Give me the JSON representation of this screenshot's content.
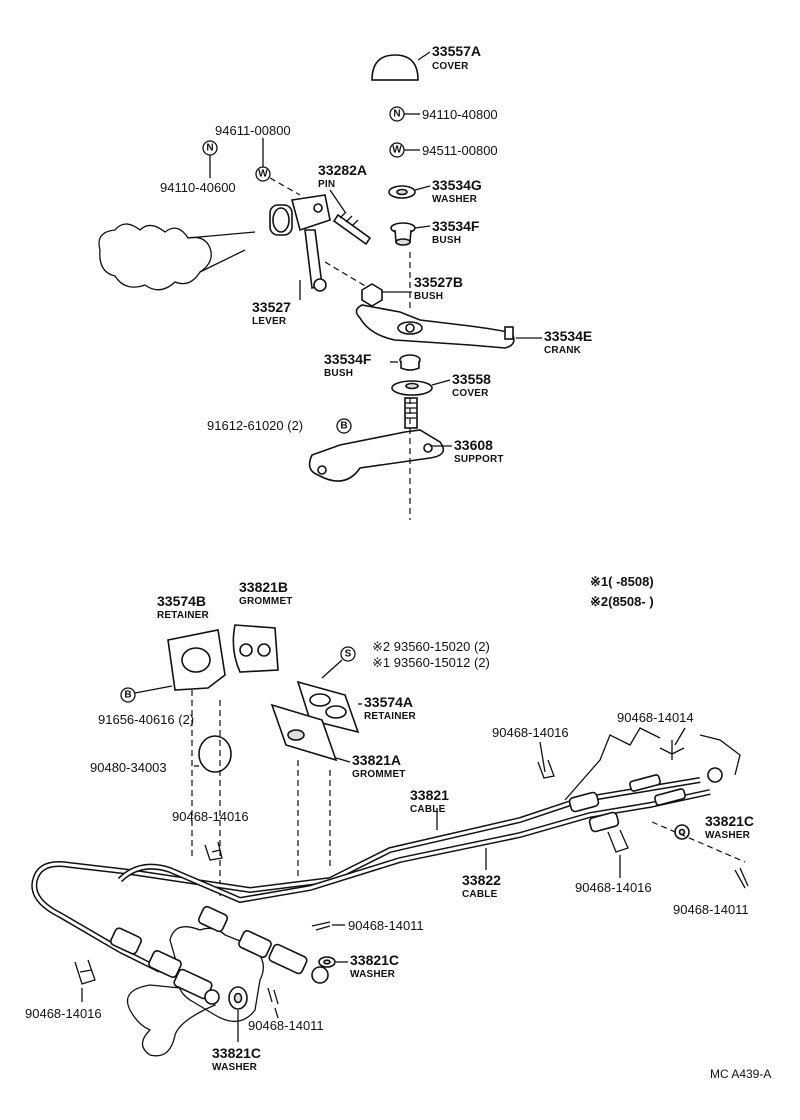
{
  "parts": {
    "p33557A": {
      "num": "33557A",
      "name": "COVER"
    },
    "p94110_40800": {
      "num": "94110-40800",
      "sym": "N"
    },
    "p94511_00800r": {
      "num": "94511-00800",
      "sym": "W"
    },
    "p94611_00800": {
      "num": "94611-00800"
    },
    "p94110_40600": {
      "num": "94110-40600"
    },
    "sym_N_left": "N",
    "sym_W_left": "W",
    "p33282A": {
      "num": "33282A",
      "name": "PIN"
    },
    "p33534G": {
      "num": "33534G",
      "name": "WASHER"
    },
    "p33534F_top": {
      "num": "33534F",
      "name": "BUSH"
    },
    "p33527B": {
      "num": "33527B",
      "name": "BUSH"
    },
    "p33527": {
      "num": "33527",
      "name": "LEVER"
    },
    "p33534E": {
      "num": "33534E",
      "name": "CRANK"
    },
    "p33534F_low": {
      "num": "33534F",
      "name": "BUSH"
    },
    "p33558": {
      "num": "33558",
      "name": "COVER"
    },
    "p91612": {
      "num": "91612-61020 (2)",
      "sym": "B"
    },
    "p33608": {
      "num": "33608",
      "name": "SUPPORT"
    },
    "p33574B": {
      "num": "33574B",
      "name": "RETAINER"
    },
    "p33821B": {
      "num": "33821B",
      "name": "GROMMET"
    },
    "p93560_15020": {
      "num": "※2 93560-15020 (2)"
    },
    "p93560_15012": {
      "num": "※1 93560-15012 (2)"
    },
    "sym_S": "S",
    "p33574A": {
      "num": "33574A",
      "name": "RETAINER"
    },
    "p91656": {
      "num": "91656-40616 (2)",
      "sym": "B"
    },
    "p90480": {
      "num": "90480-34003"
    },
    "p33821A": {
      "num": "33821A",
      "name": "GROMMET"
    },
    "p90468_14016_a": {
      "num": "90468-14016"
    },
    "p90468_14014": {
      "num": "90468-14014"
    },
    "p90468_14016_b": {
      "num": "90468-14016"
    },
    "p33821": {
      "num": "33821",
      "name": "CABLE"
    },
    "p33822": {
      "num": "33822",
      "name": "CABLE"
    },
    "p33821C_r": {
      "num": "33821C",
      "name": "WASHER"
    },
    "p90468_14016_c": {
      "num": "90468-14016"
    },
    "p90468_14011_r": {
      "num": "90468-14011"
    },
    "p90468_14011_m": {
      "num": "90468-14011"
    },
    "p33821C_m": {
      "num": "33821C",
      "name": "WASHER"
    },
    "p90468_14016_d": {
      "num": "90468-14016"
    },
    "p90468_14011_b": {
      "num": "90468-14011"
    },
    "p33821C_b": {
      "num": "33821C",
      "name": "WASHER"
    }
  },
  "legend": {
    "line1": "※1(        -8508)",
    "line2": "※2(8508-        )"
  },
  "figure_code": "MC A439-A"
}
